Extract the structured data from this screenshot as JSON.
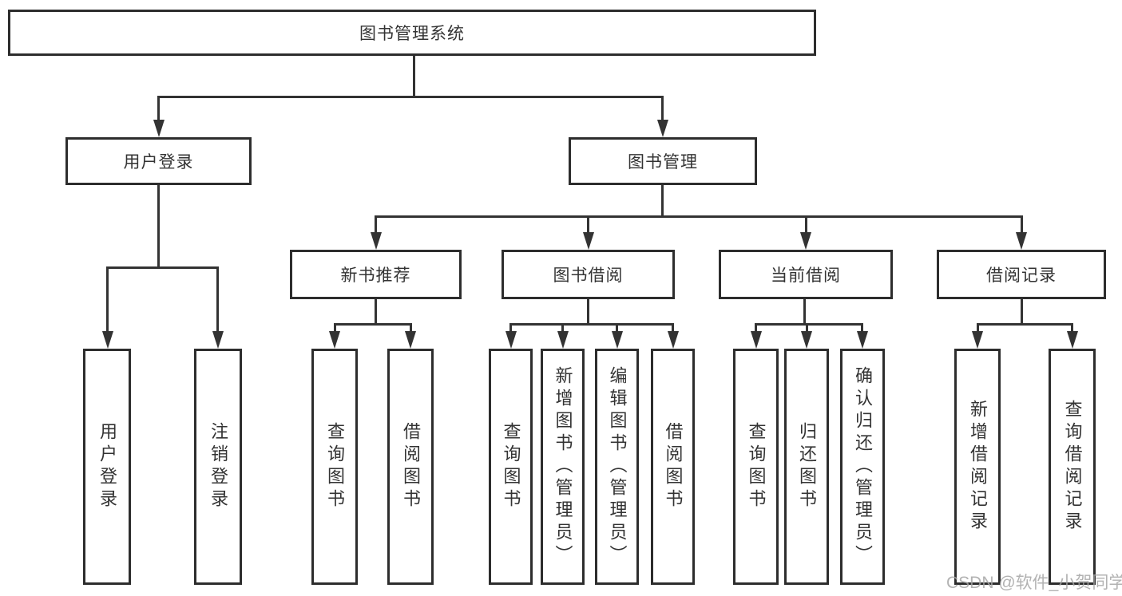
{
  "tree": {
    "label": "图书管理系统",
    "children": [
      {
        "label": "用户登录",
        "children": [
          {
            "label": "用户登录"
          },
          {
            "label": "注销登录"
          }
        ]
      },
      {
        "label": "图书管理",
        "children": [
          {
            "label": "新书推荐",
            "children": [
              {
                "label": "查询图书"
              },
              {
                "label": "借阅图书"
              }
            ]
          },
          {
            "label": "图书借阅",
            "children": [
              {
                "label": "查询图书"
              },
              {
                "label": "新增图书（管理员）"
              },
              {
                "label": "编辑图书（管理员）"
              },
              {
                "label": "借阅图书"
              }
            ]
          },
          {
            "label": "当前借阅",
            "children": [
              {
                "label": "查询图书"
              },
              {
                "label": "归还图书"
              },
              {
                "label": "确认归还（管理员）"
              }
            ]
          },
          {
            "label": "借阅记录",
            "children": [
              {
                "label": "新增借阅记录"
              },
              {
                "label": "查询借阅记录"
              }
            ]
          }
        ]
      }
    ]
  },
  "watermark": "CSDN @软件_小贺同学",
  "colors": {
    "line": "#333333",
    "box_border": "#2d2d2d",
    "text": "#333333",
    "watermark": "#a5a5a5",
    "background": "#ffffff"
  }
}
